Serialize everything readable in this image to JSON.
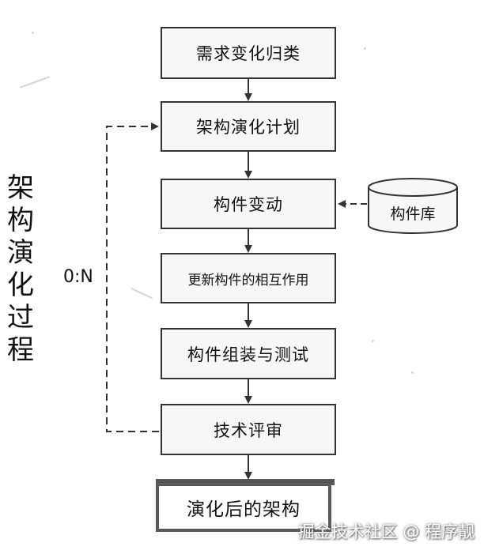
{
  "side_title": [
    "架",
    "构",
    "演",
    "化",
    "过",
    "程"
  ],
  "steps": [
    "需求变化归类",
    "架构演化计划",
    "构件变动",
    "更新构件的相互作用",
    "构件组装与测试",
    "技术评审"
  ],
  "final_step": "演化后的架构",
  "repository": "构件库",
  "loop_label": "0:N",
  "watermark": "掘金技术社区 @ 程序靓"
}
